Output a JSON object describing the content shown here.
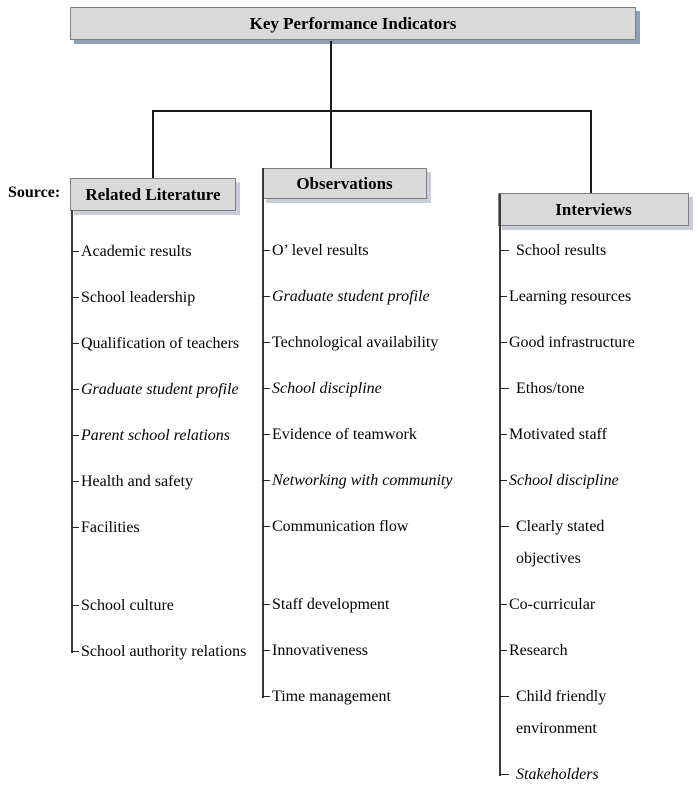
{
  "title": "Key Performance Indicators",
  "source_label": "Source:",
  "colors": {
    "box_fill": "#d9d9d9",
    "box_border": "#7f7f7f",
    "title_shadow": "#8fa0b9",
    "header_shadow": "#c9ccd9",
    "line": "#1a1a1a"
  },
  "columns": [
    {
      "id": "related-literature",
      "header": "Related Literature",
      "items": [
        {
          "text": "Academic results"
        },
        {
          "text": "School leadership"
        },
        {
          "text": "Qualification of teachers"
        },
        {
          "text": "Graduate student profile",
          "italic": true
        },
        {
          "text": "Parent school relations",
          "italic": true
        },
        {
          "text": "Health and safety"
        },
        {
          "text": "Facilities"
        },
        {
          "text": "School culture",
          "gap_before": true
        },
        {
          "text": "School authority relations"
        }
      ]
    },
    {
      "id": "observations",
      "header": "Observations",
      "items": [
        {
          "text": "O’ level results"
        },
        {
          "text": "Graduate student profile",
          "italic": true
        },
        {
          "text": "Technological availability"
        },
        {
          "text": "School discipline",
          "italic": true
        },
        {
          "text": "Evidence of teamwork"
        },
        {
          "text": "Networking with community",
          "italic": true
        },
        {
          "text": "Communication flow"
        },
        {
          "text": "Staff development",
          "gap_before": true
        },
        {
          "text": "Innovativeness"
        },
        {
          "text": "Time management"
        }
      ]
    },
    {
      "id": "interviews",
      "header": "Interviews",
      "items": [
        {
          "text": "School results",
          "indent": true
        },
        {
          "text": "Learning resources"
        },
        {
          "text": "Good infrastructure"
        },
        {
          "text": "Ethos/tone",
          "indent": true
        },
        {
          "text": "Motivated staff"
        },
        {
          "text": "School discipline",
          "italic": true
        },
        {
          "text": "Clearly stated\nobjectives",
          "indent": true
        },
        {
          "text": "Co-curricular"
        },
        {
          "text": "Research"
        },
        {
          "text": "Child friendly\nenvironment",
          "indent": true
        },
        {
          "text": "Stakeholders",
          "italic": true,
          "indent": true
        }
      ]
    }
  ]
}
